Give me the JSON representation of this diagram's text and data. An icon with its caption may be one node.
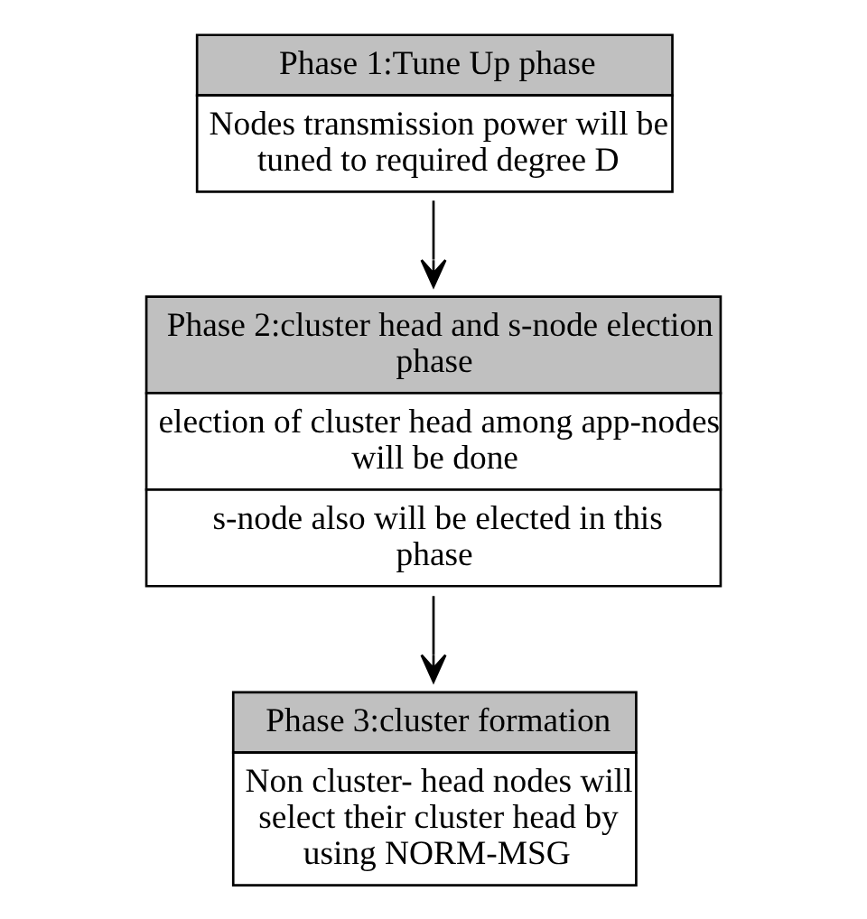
{
  "diagram": {
    "nodes": [
      {
        "text": [
          "Phase 1:Tune Up phase",
          "Nodes transmission power will be tuned to required degree D"
        ]
      },
      {
        "text": [
          "Phase 2:cluster head and s-node election phase",
          "election of cluster head among app-nodes will be done",
          "s-node also will be elected in this phase"
        ]
      },
      {
        "text": [
          "Phase 3:cluster formation",
          "Non cluster- head nodes will select their cluster head by using NORM-MSG"
        ]
      }
    ],
    "edges": [
      {
        "from": 0,
        "to": 1,
        "arrow": "to"
      },
      {
        "from": 1,
        "to": 2,
        "arrow": "to"
      }
    ]
  }
}
